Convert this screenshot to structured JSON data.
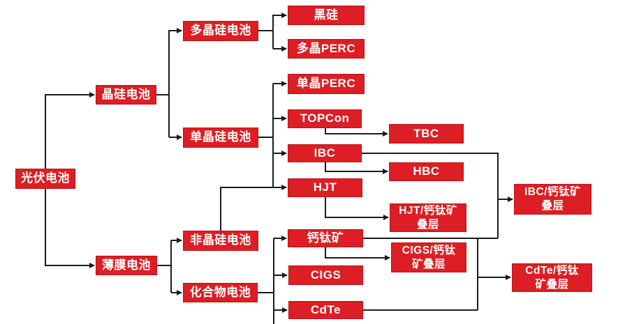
{
  "diagram": {
    "colors": {
      "bg": "#ffffff",
      "node-fill": "#dd1e24",
      "node-text": "#ffffff",
      "line": "#1b1b1b"
    },
    "nodes": {
      "root": "光伏电池",
      "crystalline": "晶硅电池",
      "thin_film": "薄膜电池",
      "poly_si": "多晶硅电池",
      "mono_si": "单晶硅电池",
      "amorphous_si": "非晶硅电池",
      "compound": "化合物电池",
      "black_si": "黑硅",
      "poly_perc": "多晶PERC",
      "mono_perc": "单晶PERC",
      "topcon": "TOPCon",
      "ibc": "IBC",
      "hjt": "HJT",
      "perovskite": "钙钛矿",
      "cigs": "CIGS",
      "cdte": "CdTe",
      "tbc": "TBC",
      "hbc": "HBC",
      "hjt_tandem": "HJT/钙钛矿\n叠层",
      "ibc_tandem": "IBC/钙钛矿\n叠层",
      "cigs_tandem": "CIGS/钙钛\n矿叠层",
      "cdte_tandem": "CdTe/钙钛\n矿叠层"
    },
    "edges": [
      {
        "from": "root",
        "to": "crystalline"
      },
      {
        "from": "root",
        "to": "thin_film"
      },
      {
        "from": "crystalline",
        "to": "poly_si"
      },
      {
        "from": "crystalline",
        "to": "mono_si"
      },
      {
        "from": "poly_si",
        "to": "black_si"
      },
      {
        "from": "poly_si",
        "to": "poly_perc"
      },
      {
        "from": "mono_si",
        "to": "mono_perc"
      },
      {
        "from": "mono_si",
        "to": "topcon"
      },
      {
        "from": "mono_si",
        "to": "ibc"
      },
      {
        "from": "mono_si",
        "to": "hjt"
      },
      {
        "from": "amorphous_si",
        "to": "hjt"
      },
      {
        "from": "thin_film",
        "to": "amorphous_si"
      },
      {
        "from": "thin_film",
        "to": "compound"
      },
      {
        "from": "compound",
        "to": "perovskite"
      },
      {
        "from": "compound",
        "to": "cigs"
      },
      {
        "from": "compound",
        "to": "cdte"
      },
      {
        "from": "topcon",
        "to": "tbc"
      },
      {
        "from": "ibc",
        "to": "hbc"
      },
      {
        "from": "ibc",
        "to": "ibc_tandem"
      },
      {
        "from": "perovskite",
        "to": "ibc_tandem"
      },
      {
        "from": "hjt",
        "to": "hjt_tandem"
      },
      {
        "from": "perovskite",
        "to": "cigs_tandem"
      },
      {
        "from": "perovskite",
        "to": "cdte_tandem"
      },
      {
        "from": "cdte",
        "to": "cdte_tandem"
      }
    ]
  }
}
